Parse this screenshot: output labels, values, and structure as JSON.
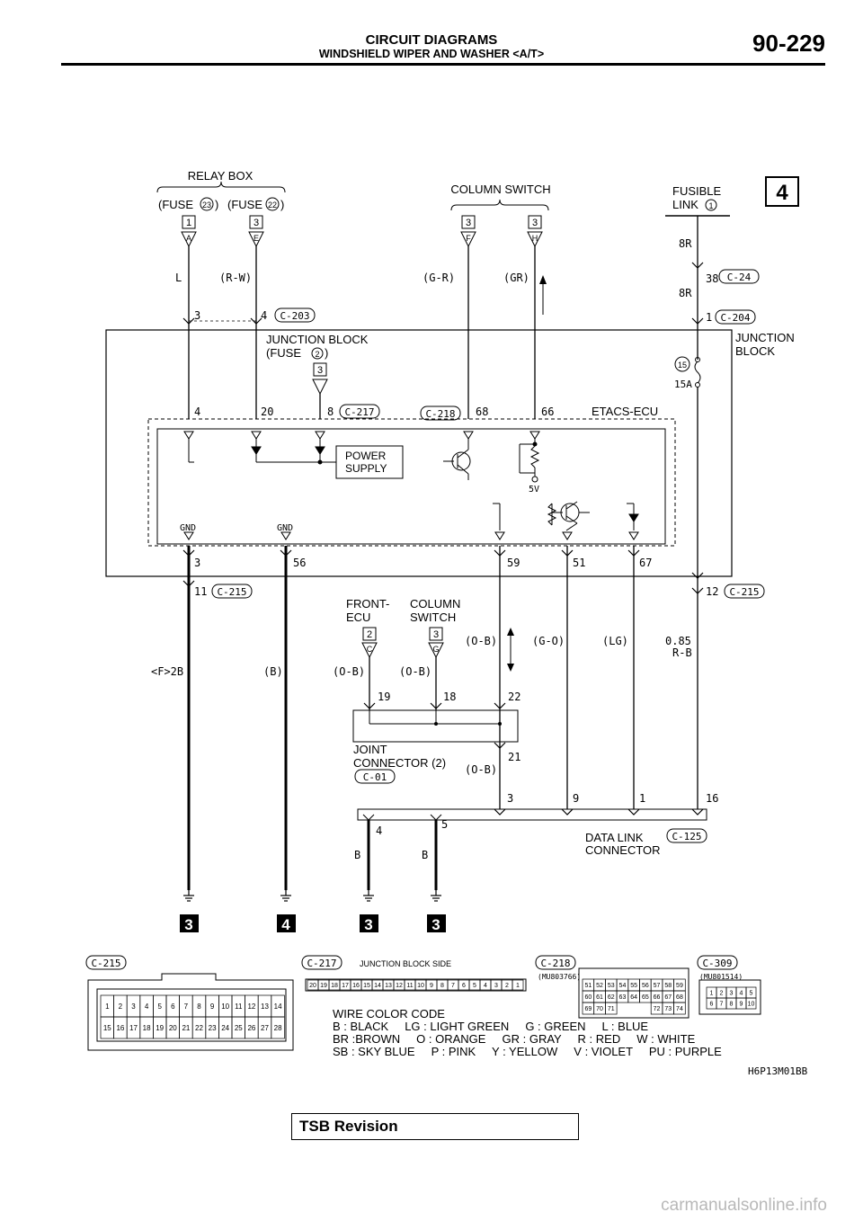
{
  "header": {
    "section_title": "CIRCUIT DIAGRAMS",
    "subtitle": "WINDSHIELD WIPER AND WASHER <A/T>",
    "page_number": "90-229"
  },
  "diagram": {
    "sheet_mark": "4",
    "relay_box": {
      "label": "RELAY BOX",
      "fuse_prefix": "(FUSE",
      "fuse_a": "23",
      "fuse_b": "22",
      "pin_a": "1",
      "pin_b": "3",
      "letter_a": "A",
      "letter_b": "E"
    },
    "column_switch_top": {
      "label": "COLUMN SWITCH",
      "pin_a": "3",
      "pin_b": "3",
      "letter_a": "F",
      "letter_b": "H"
    },
    "fusible_link": {
      "line1": "FUSIBLE",
      "line2": "LINK",
      "num": "1"
    },
    "wire_colors_top": [
      "L",
      "(R-W)",
      "(G-R)",
      "(GR)",
      "8R",
      "8R"
    ],
    "connectors": {
      "c24": "C-24",
      "c24_pin": "38",
      "c203": "C-203",
      "c203_pins": [
        "3",
        "4"
      ],
      "c204": "C-204",
      "c204_pin": "1",
      "c217": "C-217",
      "c218": "C-218",
      "c215": "C-215",
      "c01": "C-01",
      "c125": "C-125",
      "c309": "C-309"
    },
    "junction_block": {
      "label1": "JUNCTION",
      "label2": "BLOCK",
      "fuse_label1": "JUNCTION BLOCK",
      "fuse_label2": "(FUSE",
      "fuse_num": "2",
      "fuse_pin": "3",
      "fuse15": "15",
      "fuse15_rating": "15A"
    },
    "etacs": {
      "label": "ETACS-ECU",
      "top_pins": [
        "4",
        "20",
        "8",
        "68",
        "66"
      ],
      "power_supply1": "POWER",
      "power_supply2": "SUPPLY",
      "five_v": "5V",
      "gnd1": "GND",
      "gnd2": "GND",
      "bottom_pins": [
        "3",
        "56",
        "59",
        "51",
        "67"
      ]
    },
    "c215_pins": [
      "11",
      "12"
    ],
    "front_ecu": {
      "line1": "FRONT-",
      "line2": "ECU",
      "pin": "2",
      "letter": "C"
    },
    "column_switch_mid": {
      "line1": "COLUMN",
      "line2": "SWITCH",
      "pin": "3",
      "letter": "G"
    },
    "wire_colors_mid": [
      "<F>2B",
      "(B)",
      "(O-B)",
      "(O-B)",
      "(O-B)",
      "(G-O)",
      "(LG)",
      "0.85",
      "R-B"
    ],
    "joint_connector": {
      "line1": "JOINT",
      "line2": "CONNECTOR (2)",
      "pins": [
        "19",
        "18",
        "22",
        "21"
      ],
      "wire": "(O-B)"
    },
    "data_link": {
      "line1": "DATA LINK",
      "line2": "CONNECTOR",
      "pins": [
        "3",
        "9",
        "1",
        "16",
        "4",
        "5"
      ],
      "wires": [
        "B",
        "B"
      ]
    },
    "ground_refs": [
      "3",
      "4",
      "3",
      "3"
    ],
    "connector_views": {
      "jb_side": "JUNCTION BLOCK SIDE",
      "c218_part": "(MU803766)",
      "c309_part": "(MU801514)",
      "c217_pins": [
        "20",
        "19",
        "18",
        "17",
        "16",
        "15",
        "14",
        "13",
        "12",
        "11",
        "10",
        "9",
        "8",
        "7",
        "6",
        "5",
        "4",
        "3",
        "2",
        "1"
      ],
      "c215_row1": [
        "1",
        "2",
        "3",
        "4",
        "5",
        "6",
        "7",
        "8",
        "9",
        "10",
        "11",
        "12",
        "13",
        "14"
      ],
      "c215_row2": [
        "15",
        "16",
        "17",
        "18",
        "19",
        "20",
        "21",
        "22",
        "23",
        "24",
        "25",
        "26",
        "27",
        "28"
      ],
      "c218_row1": [
        "51",
        "52",
        "53",
        "54",
        "55",
        "56",
        "57",
        "58",
        "59"
      ],
      "c218_row2": [
        "60",
        "61",
        "62",
        "63",
        "64",
        "65",
        "66",
        "67",
        "68"
      ],
      "c218_row3": [
        "69",
        "70",
        "71",
        "",
        "",
        "",
        "72",
        "73",
        "74"
      ],
      "c309_row1": [
        "1",
        "2",
        "3",
        "4",
        "5"
      ],
      "c309_row2": [
        "6",
        "7",
        "8",
        "9",
        "10"
      ]
    },
    "legend": {
      "title": "WIRE COLOR CODE",
      "line1": "B : BLACK     LG : LIGHT GREEN     G : GREEN     L : BLUE",
      "line2": "BR :BROWN     O : ORANGE     GR : GRAY     R : RED     W : WHITE",
      "line3": "SB : SKY BLUE     P : PINK     Y : YELLOW     V : VIOLET     PU : PURPLE"
    },
    "figure_code": "H6P13M01BB"
  },
  "footer": {
    "tsb_label": "TSB Revision",
    "watermark": "carmanualsonline.info"
  }
}
